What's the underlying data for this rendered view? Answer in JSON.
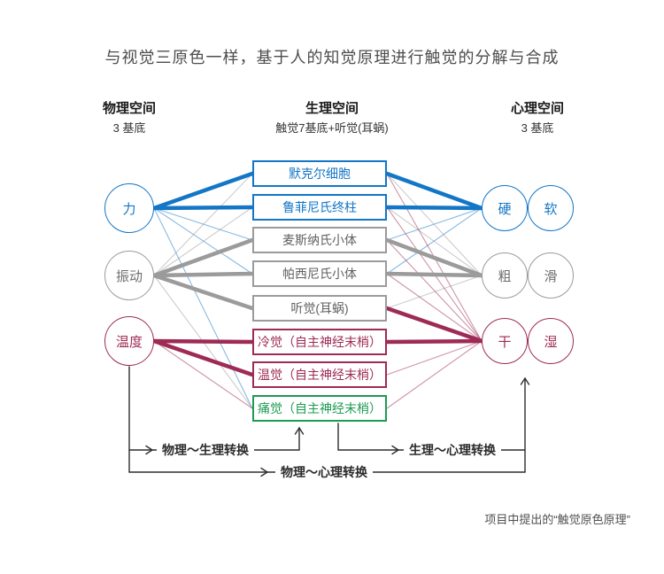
{
  "title": "与视觉三原色一样，基于人的知觉原理进行触觉的分解与合成",
  "columns": [
    {
      "id": "physical",
      "title": "物理空间",
      "subtitle": "3 基底"
    },
    {
      "id": "physiological",
      "title": "生理空间",
      "subtitle": "触觉7基底+听觉(耳蜗)"
    },
    {
      "id": "psychological",
      "title": "心理空间",
      "subtitle": "3 基底"
    }
  ],
  "colors": {
    "blue": "#1376c6",
    "gray": "#9b9b9b",
    "maroon": "#9e2b55",
    "green": "#1d9b52",
    "flow_line": "#2e2e2e"
  },
  "physical_nodes": [
    {
      "id": "force",
      "label": "力",
      "color": "blue"
    },
    {
      "id": "vibration",
      "label": "振动",
      "color": "gray"
    },
    {
      "id": "temperature",
      "label": "温度",
      "color": "maroon"
    }
  ],
  "receptors": [
    {
      "id": "merkel",
      "label": "默克尔细胞",
      "color": "blue"
    },
    {
      "id": "ruffini",
      "label": "鲁菲尼氏终柱",
      "color": "blue"
    },
    {
      "id": "meissner",
      "label": "麦斯纳氏小体",
      "color": "gray"
    },
    {
      "id": "pacinian",
      "label": "帕西尼氏小体",
      "color": "gray"
    },
    {
      "id": "hearing",
      "label": "听觉(耳蜗)",
      "color": "gray"
    },
    {
      "id": "cold",
      "label": "冷觉（自主神经末梢）",
      "color": "maroon"
    },
    {
      "id": "warm",
      "label": "温觉（自主神经末梢）",
      "color": "maroon"
    },
    {
      "id": "pain",
      "label": "痛觉（自主神经末梢）",
      "color": "green"
    }
  ],
  "psychological_nodes": [
    {
      "id": "hard",
      "label": "硬",
      "color": "blue"
    },
    {
      "id": "soft",
      "label": "软",
      "color": "blue"
    },
    {
      "id": "rough",
      "label": "粗",
      "color": "gray"
    },
    {
      "id": "smooth",
      "label": "滑",
      "color": "gray"
    },
    {
      "id": "dry",
      "label": "干",
      "color": "maroon"
    },
    {
      "id": "wet",
      "label": "湿",
      "color": "maroon"
    }
  ],
  "edges_left": [
    {
      "from": "force",
      "to": "merkel",
      "weight": "thick"
    },
    {
      "from": "force",
      "to": "ruffini",
      "weight": "thick"
    },
    {
      "from": "force",
      "to": "meissner",
      "weight": "thin"
    },
    {
      "from": "force",
      "to": "pacinian",
      "weight": "thin"
    },
    {
      "from": "force",
      "to": "pain",
      "weight": "thin"
    },
    {
      "from": "vibration",
      "to": "merkel",
      "weight": "thin"
    },
    {
      "from": "vibration",
      "to": "ruffini",
      "weight": "thin"
    },
    {
      "from": "vibration",
      "to": "meissner",
      "weight": "thick"
    },
    {
      "from": "vibration",
      "to": "pacinian",
      "weight": "thick"
    },
    {
      "from": "vibration",
      "to": "hearing",
      "weight": "thick"
    },
    {
      "from": "vibration",
      "to": "pain",
      "weight": "thin"
    },
    {
      "from": "temperature",
      "to": "cold",
      "weight": "thick"
    },
    {
      "from": "temperature",
      "to": "warm",
      "weight": "thick"
    },
    {
      "from": "temperature",
      "to": "pain",
      "weight": "thin"
    }
  ],
  "edges_right": [
    {
      "from": "merkel",
      "to": "hard",
      "weight": "thick",
      "color": "blue"
    },
    {
      "from": "ruffini",
      "to": "hard",
      "weight": "thick",
      "color": "blue"
    },
    {
      "from": "meissner",
      "to": "hard",
      "weight": "thin",
      "color": "blue"
    },
    {
      "from": "pacinian",
      "to": "hard",
      "weight": "thin",
      "color": "blue"
    },
    {
      "from": "merkel",
      "to": "rough",
      "weight": "thin",
      "color": "gray"
    },
    {
      "from": "ruffini",
      "to": "rough",
      "weight": "thin",
      "color": "gray"
    },
    {
      "from": "meissner",
      "to": "rough",
      "weight": "thick",
      "color": "gray"
    },
    {
      "from": "pacinian",
      "to": "rough",
      "weight": "thick",
      "color": "gray"
    },
    {
      "from": "hearing",
      "to": "rough",
      "weight": "thin",
      "color": "gray"
    },
    {
      "from": "merkel",
      "to": "dry",
      "weight": "thin",
      "color": "maroon"
    },
    {
      "from": "ruffini",
      "to": "dry",
      "weight": "thin",
      "color": "maroon"
    },
    {
      "from": "meissner",
      "to": "dry",
      "weight": "thin",
      "color": "maroon"
    },
    {
      "from": "pacinian",
      "to": "dry",
      "weight": "thin",
      "color": "maroon"
    },
    {
      "from": "hearing",
      "to": "dry",
      "weight": "thick",
      "color": "maroon"
    },
    {
      "from": "cold",
      "to": "dry",
      "weight": "thick",
      "color": "maroon"
    },
    {
      "from": "warm",
      "to": "dry",
      "weight": "thin",
      "color": "maroon"
    },
    {
      "from": "pain",
      "to": "dry",
      "weight": "thin",
      "color": "maroon"
    }
  ],
  "flow_labels": {
    "phys_physio": "物理～生理转换",
    "physio_psych": "生理～心理转换",
    "phys_psych": "物理～心理转换"
  },
  "caption": "项目中提出的“触觉原色原理”"
}
